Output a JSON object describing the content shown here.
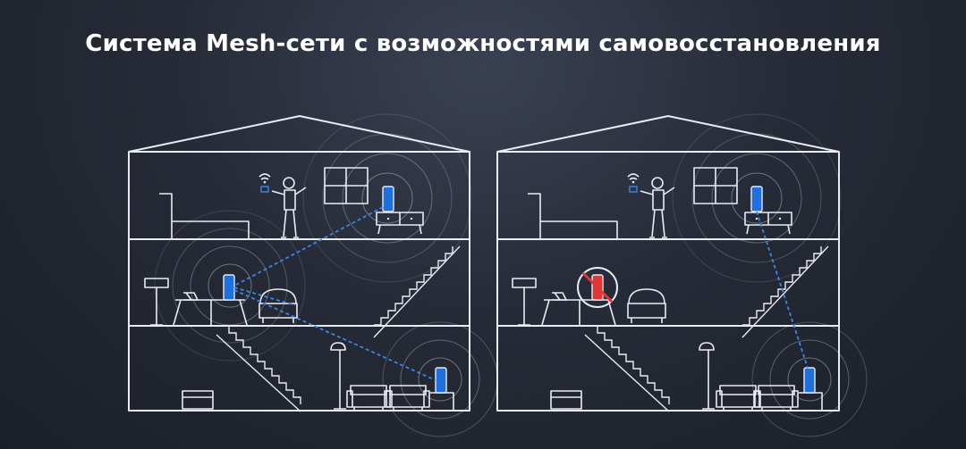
{
  "title": "Система Mesh-сети с возможностями самовосстановления",
  "houses": [
    {
      "state": "all-nodes-active",
      "node_color": "#1f6fe0",
      "link_color": "#3d86e6"
    },
    {
      "state": "one-node-failed",
      "failed_node_color": "#e23636",
      "failed_marker": "prohibited"
    }
  ],
  "colors": {
    "background": "#262b37",
    "line": "#e9ecf2",
    "node": "#1f6fe0",
    "link": "#3d86e6",
    "failed": "#e23636"
  },
  "icons": [
    "wifi-icon",
    "person-icon",
    "router-node-icon",
    "prohibited-icon",
    "window-icon",
    "sofa-icon",
    "lamp-icon",
    "tv-icon",
    "desk-icon",
    "laptop-icon",
    "bed-icon",
    "cabinet-icon",
    "staircase-icon"
  ]
}
